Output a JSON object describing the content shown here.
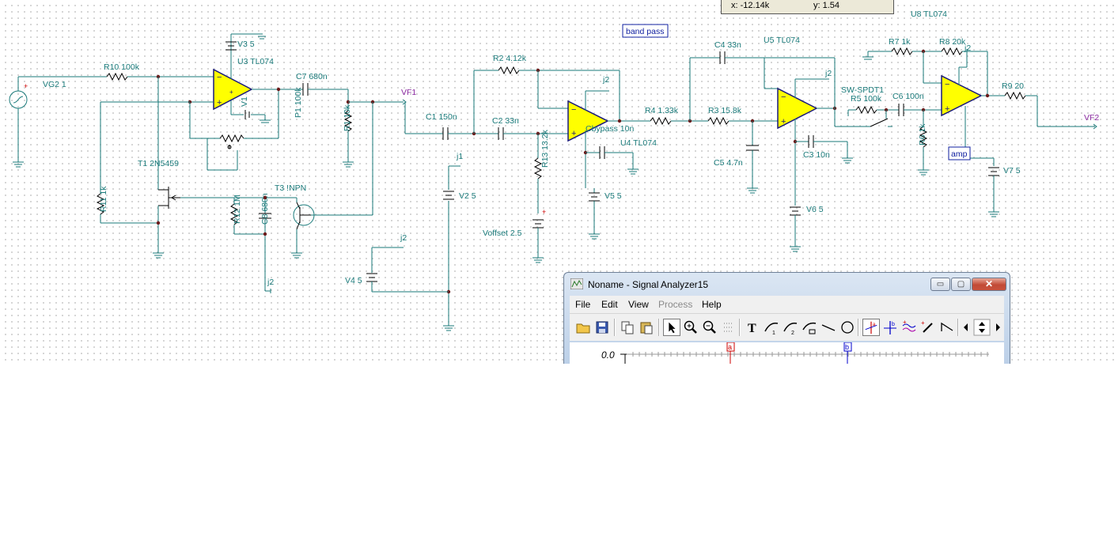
{
  "coord_readout": {
    "x": "x:  -12.14k",
    "y": "y: 1.54"
  },
  "schematic": {
    "labels": {
      "vg2": "VG2 1",
      "r10": "R10 100k",
      "v3": "V3 5",
      "u3": "U3 TL074",
      "v1": "V1",
      "c7": "C7 680n",
      "p1": "P1 100k",
      "r1": "R1 10k",
      "vf1": "VF1",
      "t1": "T1 2N5459",
      "r11": "R11 1k",
      "r12": "R12 1M",
      "c8": "C8 680n",
      "t3": "T3 !NPN",
      "j2a": "j2",
      "j1": "j1",
      "c1": "C1 150n",
      "v2": "V2 5",
      "j2b": "j2",
      "v4": "V4 5",
      "r2": "R2 4.12k",
      "c2": "C2 33n",
      "r13": "R13 13.2k",
      "voffset": "Voffset 2.5",
      "j2c": "j2",
      "cbypass": "Cbypass 10n",
      "u4": "U4 TL074",
      "v5": "V5 5",
      "band_pass": "band pass",
      "c4": "C4 33n",
      "u5": "U5 TL074",
      "r4": "R4 1.33k",
      "r3": "R3 15.8k",
      "c5": "C5 4.7n",
      "j2d": "j2",
      "c3": "C3 10n",
      "v6": "V6 5",
      "u8": "U8 TL074",
      "r7": "R7 1k",
      "r8": "R8 20k",
      "j2e": "j2",
      "sw": "SW-SPDT1",
      "r5": "R5 100k",
      "c6": "C6 100n",
      "r6": "R6 1k",
      "amp": "amp",
      "r9": "R9 20",
      "v7": "V7 5",
      "vf2": "VF2"
    }
  },
  "signal_analyzer": {
    "title": "Noname - Signal Analyzer15",
    "caption_buttons": {
      "minimize": "▭",
      "maximize": "▢",
      "close": "✕"
    },
    "menu": [
      {
        "label": "File",
        "enabled": true
      },
      {
        "label": "Edit",
        "enabled": true
      },
      {
        "label": "View",
        "enabled": true
      },
      {
        "label": "Process",
        "enabled": false
      },
      {
        "label": "Help",
        "enabled": true
      }
    ],
    "toolbar_icons": [
      "open-folder-icon",
      "save-icon",
      "copy-icon",
      "paste-icon",
      "pointer-icon",
      "zoom-in-icon",
      "zoom-out-icon",
      "grid-icon",
      "text-icon",
      "cursor-1-icon",
      "cursor-2-icon",
      "cursor-3-icon",
      "line-icon",
      "circle-icon",
      "cursor-a-icon",
      "cursor-b-icon",
      "waveform-icon",
      "probe-icon",
      "step-icon",
      "scroll-left-icon",
      "scroll-updown-icon",
      "scroll-right-icon"
    ],
    "y_axis_value": "0.0",
    "cursor_a": "a",
    "cursor_b": "b"
  },
  "colors": {
    "wire": "#1a7a7a",
    "opamp_fill": "#ffff00",
    "opamp_stroke": "#1a1a7a",
    "pin": "#cc0000"
  }
}
